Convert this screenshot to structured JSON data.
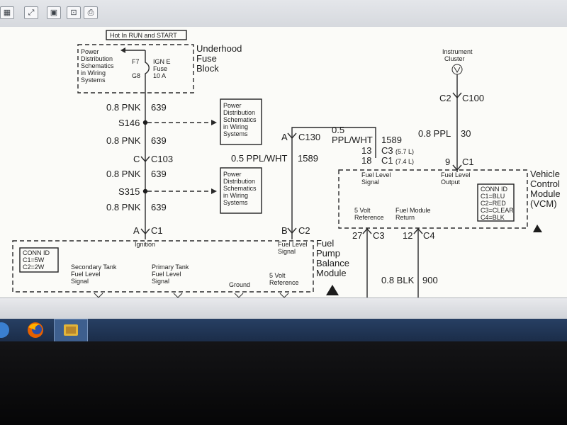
{
  "toolbar": {
    "icons": [
      "grid-icon",
      "expand-icon",
      "image-icon",
      "fit-icon",
      "print-icon"
    ]
  },
  "diagram": {
    "hot_label": "Hot In RUN and START",
    "fuse_block": {
      "title_lines": [
        "Underhood",
        "Fuse",
        "Block"
      ],
      "power_dist_lines": [
        "Power",
        "Distribution",
        "Schematics",
        "in Wiring",
        "Systems"
      ],
      "fuse_id_top": "F7",
      "fuse_id_bottom": "G8",
      "fuse_name_lines": [
        "IGN E",
        "Fuse",
        "10 A"
      ]
    },
    "power_box_1_lines": [
      "Power",
      "Distribution",
      "Schematics",
      "in Wiring",
      "Systems"
    ],
    "power_box_2_lines": [
      "Power",
      "Distribution",
      "Schematics",
      "in Wiring",
      "Systems"
    ],
    "left_wire": {
      "w1_color": "0.8 PNK",
      "w1_circuit": "639",
      "splice1": "S146",
      "w2_color": "0.8 PNK",
      "w2_circuit": "639",
      "conn_pin": "C",
      "conn_name": "C103",
      "w3_color": "0.8 PNK",
      "w3_circuit": "639",
      "splice2": "S315",
      "w4_color": "0.8 PNK",
      "w4_circuit": "639",
      "bottom_pin": "A",
      "bottom_conn": "C1",
      "ignition_label": "Ignition"
    },
    "mid_wire": {
      "top_pin": "A",
      "top_conn": "C130",
      "color_label": "0.5 PPL/WHT",
      "circuit": "1589",
      "bottom_pin": "B",
      "bottom_conn": "C2",
      "fuel_level_lines": [
        "Fuel Level",
        "Signal"
      ]
    },
    "vcm_branch": {
      "size": "0.5",
      "color": "PPL/WHT",
      "circuit": "1589",
      "c3_pin": "13",
      "c3_conn": "C3",
      "c3_note": "(5.7 L)",
      "c1_pin": "18",
      "c1_conn": "C1",
      "c1_note": "(7.4 L)"
    },
    "instrument_cluster_lines": [
      "Instrument",
      "Cluster"
    ],
    "right_wire": {
      "c2_label": "C2",
      "c100_label": "C100",
      "color": "0.8 PPL",
      "circuit": "30",
      "pin": "9",
      "conn": "C1"
    },
    "vcm": {
      "title_lines": [
        "Vehicle",
        "Control",
        "Module",
        "(VCM)"
      ],
      "fuel_level_signal_lines": [
        "Fuel Level",
        "Signal"
      ],
      "fuel_level_output_lines": [
        "Fuel Level",
        "Output"
      ],
      "conn_id_title": "CONN ID",
      "conn_id_rows": [
        "C1=BLU",
        "C2=RED",
        "C3=CLEAR",
        "C4=BLK"
      ],
      "five_volt_lines": [
        "5 Volt",
        "Reference"
      ],
      "fuel_module_return_lines": [
        "Fuel Module",
        "Return"
      ],
      "pin_27": "27",
      "c3": "C3",
      "pin_12": "12",
      "c4": "C4"
    },
    "bottom_wire": {
      "color": "0.8 BLK",
      "circuit": "900"
    },
    "fuel_pump_module": {
      "title_lines": [
        "Fuel",
        "Pump",
        "Balance",
        "Module"
      ],
      "conn_id_title": "CONN ID",
      "conn_id_rows": [
        "C1=5W",
        "C2=2W"
      ],
      "secondary_lines": [
        "Secondary Tank",
        "Fuel Level",
        "Signal"
      ],
      "primary_lines": [
        "Primary Tank",
        "Fuel Level",
        "Signal"
      ],
      "ground_label": "Ground",
      "five_volt_lines": [
        "5 Volt",
        "Reference"
      ]
    }
  },
  "taskbar": {
    "icons": [
      "start-orb-icon",
      "firefox-icon",
      "app-folder-icon"
    ]
  }
}
